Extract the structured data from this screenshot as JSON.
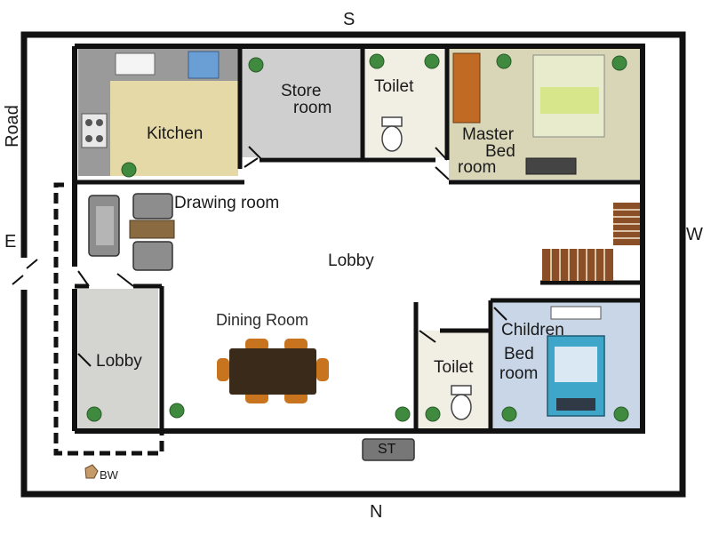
{
  "compass": {
    "south": "S",
    "north": "N",
    "east": "E",
    "west": "W",
    "road": "Road"
  },
  "rooms": {
    "kitchen": "Kitchen",
    "store_line1": "Store",
    "store_line2": "room",
    "toilet_top": "Toilet",
    "master_line1": "Master",
    "master_line2": "Bed",
    "master_line3": "room",
    "drawing": "Drawing room",
    "lobby_main": "Lobby",
    "dining": "Dining Room",
    "lobby_side": "Lobby",
    "toilet_bottom": "Toilet",
    "children_line1": "Children",
    "children_line2": "Bed",
    "children_line3": "room"
  },
  "fixtures": {
    "septic_tank": "ST",
    "borewell": "BW"
  },
  "colors": {
    "wall": "#111111",
    "kitchen_floor": "#e6d9a8",
    "kitchen_counter": "#9a9a9a",
    "store_floor": "#cfcfcf",
    "toilet_floor": "#f1efe4",
    "bedroom_floor": "#d9d6b8",
    "lobby_side_floor": "#d4d4d0",
    "children_floor": "#c8d6e8",
    "plant": "#3f8a3f",
    "table": "#3a2a1a",
    "chair": "#c8741e"
  }
}
